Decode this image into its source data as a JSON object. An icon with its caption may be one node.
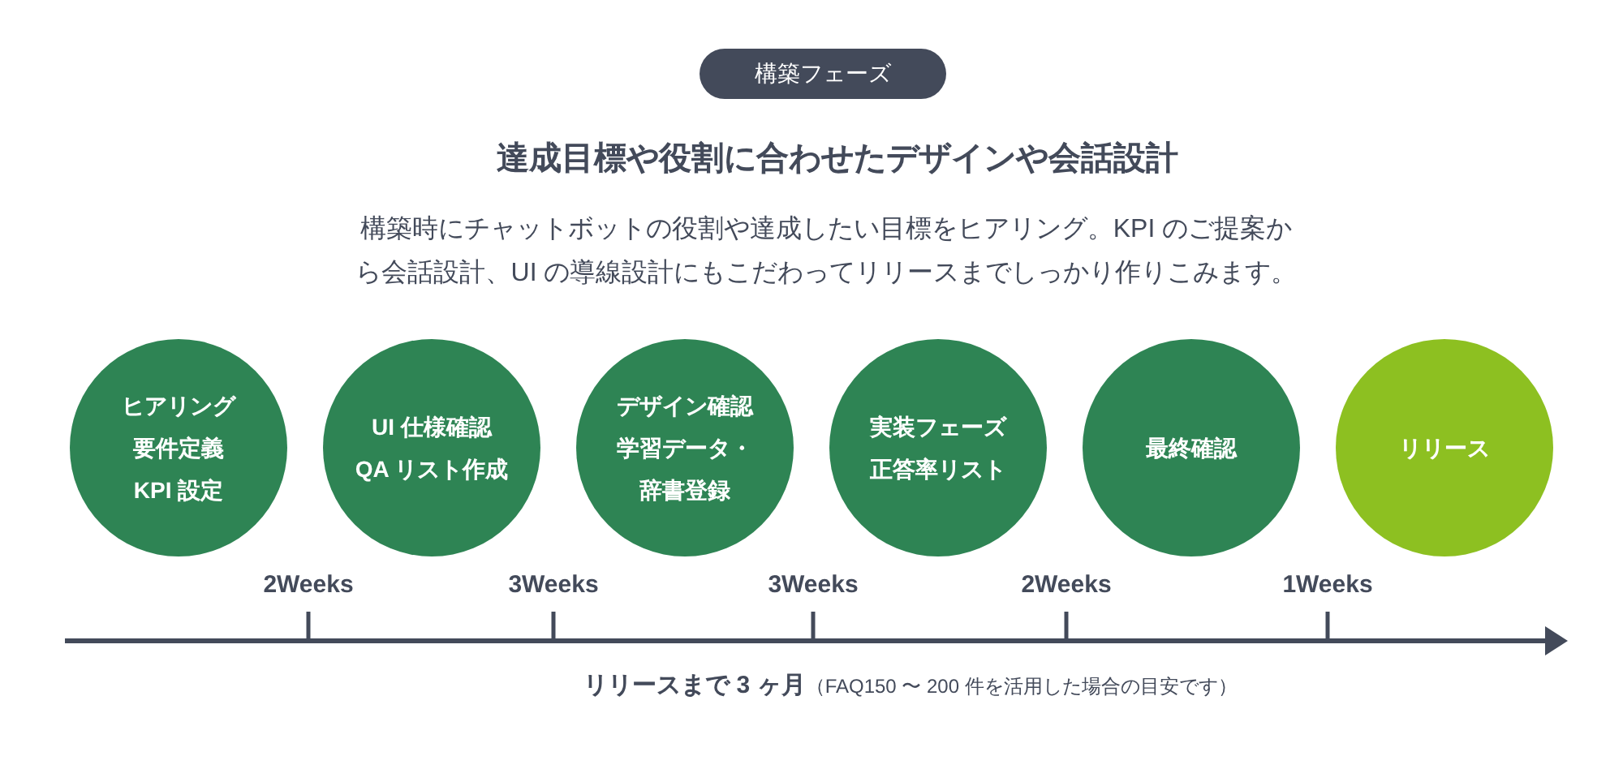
{
  "diagram": {
    "title": "達成目標や役割に合わせたデザインや会話設計",
    "nodes": [
      {
        "text": [
          "構築フェーズ"
        ]
      },
      {
        "text": [
          "ヒアリング",
          "要件定義",
          "KPI 設定"
        ]
      },
      {
        "text": [
          "UI 仕様確認",
          "QA リスト作成"
        ]
      },
      {
        "text": [
          "デザイン確認",
          "学習データ・辞書登録"
        ]
      },
      {
        "text": [
          "実装フェーズ",
          "正答率リスト"
        ]
      },
      {
        "text": [
          "最終確認"
        ]
      },
      {
        "text": [
          "リリース"
        ]
      }
    ],
    "labels": [
      "構築時にチャットボットの役割や達成したい目標をヒアリング。KPI のご提案から会話設計、UI の導線設計にもこだわってリリースまでしっかり作りこみます。",
      "2Weeks",
      "3Weeks",
      "3Weeks",
      "2Weeks",
      "1Weeks",
      "**リリースまで 3 ヶ月**（FAQ150 〜 200 件を活用した場合の目安です）"
    ]
  }
}
